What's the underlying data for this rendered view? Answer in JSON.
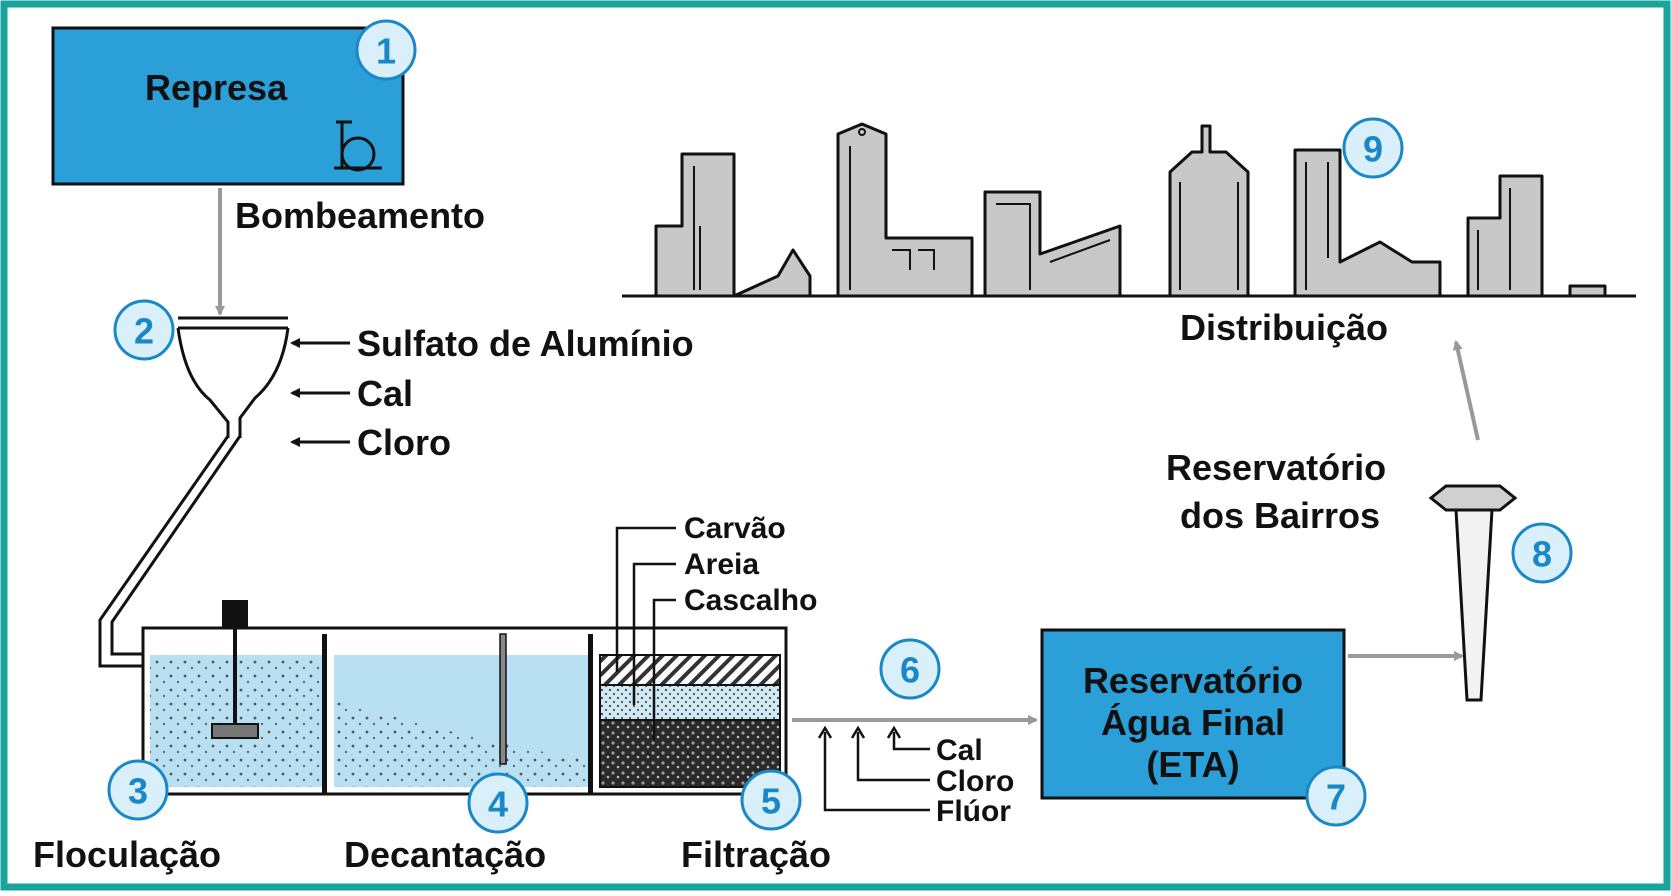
{
  "represa": {
    "label": "Represa",
    "number": "1"
  },
  "bombeamento": {
    "label": "Bombeamento"
  },
  "coagulacao": {
    "number": "2",
    "inputs": [
      "Sulfato de Alumínio",
      "Cal",
      "Cloro"
    ]
  },
  "floculacao": {
    "label": "Floculação",
    "number": "3"
  },
  "decantacao": {
    "label": "Decantação",
    "number": "4"
  },
  "filtracao": {
    "label": "Filtração",
    "number": "5",
    "layers": [
      "Carvão",
      "Areia",
      "Cascalho"
    ]
  },
  "desinfeccao": {
    "number": "6",
    "inputs": [
      "Cal",
      "Cloro",
      "Flúor"
    ]
  },
  "reservatorio_final": {
    "line1": "Reservatório",
    "line2": "Água Final",
    "line3": "(ETA)",
    "number": "7"
  },
  "reservatorio_bairros": {
    "line1": "Reservatório",
    "line2": "dos Bairros",
    "number": "8"
  },
  "distribuicao": {
    "label": "Distribuição",
    "number": "9"
  },
  "colors": {
    "frame": "#1aa39b",
    "water_dark": "#2b9fd8",
    "water_light": "#b9e0f2",
    "badge_fill": "#d9effa",
    "badge_text": "#1a87c9",
    "city": "#c8c8c8",
    "arrow": "#999999"
  }
}
